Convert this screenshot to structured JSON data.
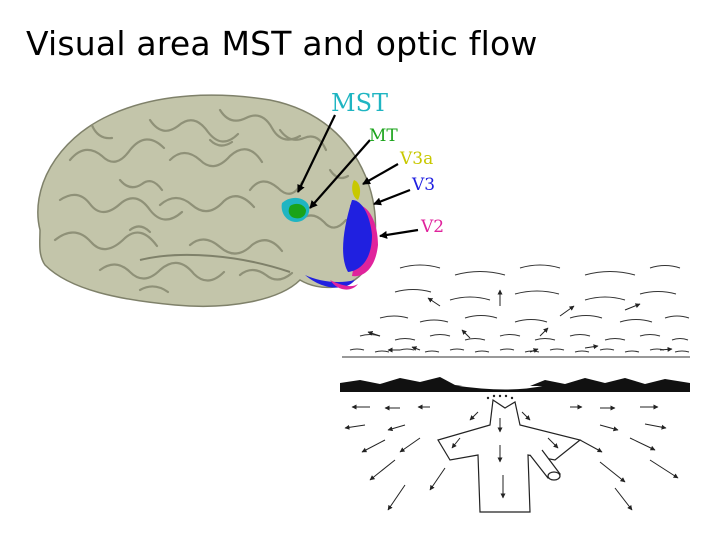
{
  "slide": {
    "title": "Visual area MST and optic flow"
  },
  "labels": {
    "mst": "MST",
    "mt": "MT",
    "v3a": "V3a",
    "v3": "V3",
    "v2": "V2"
  },
  "colors": {
    "brain": "#c3c5aa",
    "brain_shadow": "#8f9178",
    "mst": "#1fb5c2",
    "mt": "#1aa31a",
    "v3a": "#c8c800",
    "v3": "#2020e0",
    "v2": "#e0239c"
  },
  "icons": {
    "brain": "brain-surface-illustration",
    "flow": "optic-flow-field-illustration"
  }
}
